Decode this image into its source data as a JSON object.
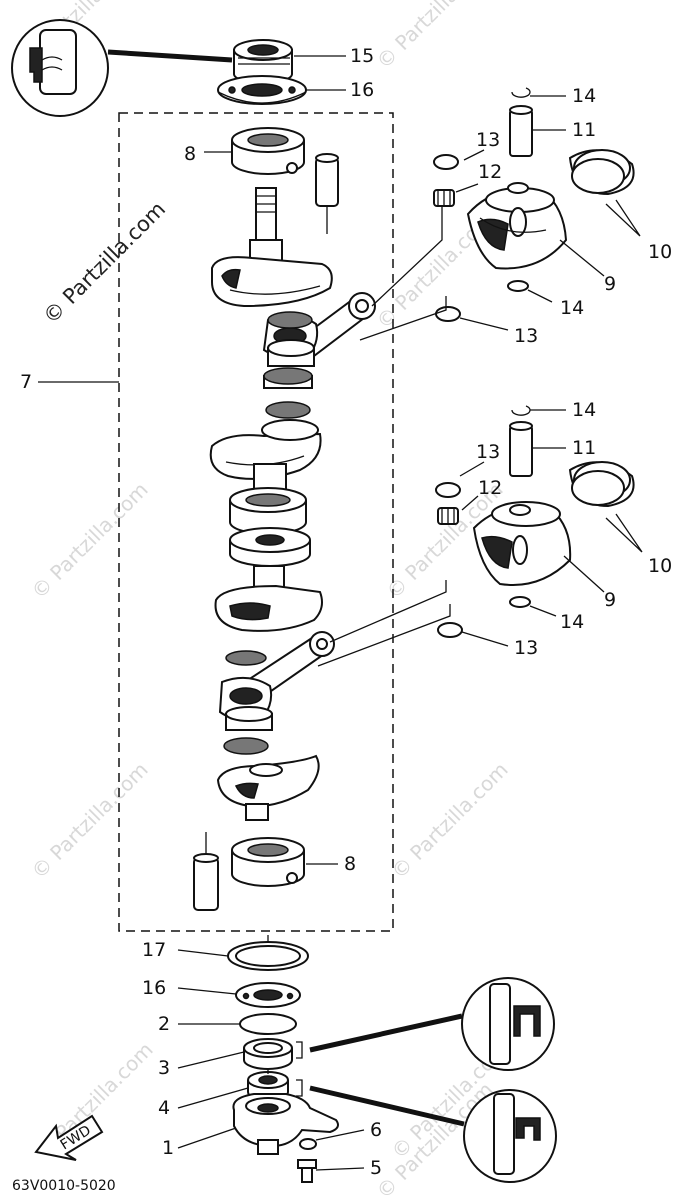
{
  "diagram": {
    "watermarks": [
      "© Partzilla.com",
      "© Partzilla.com",
      "© Partzilla.com",
      "© Partzilla.com",
      "© Partzilla.com",
      "© Partzilla.com",
      "© Partzilla.com",
      "© Partzilla.com",
      "© Partzilla.com",
      "© Partzilla.com"
    ],
    "main_watermark": "© Partzilla.com",
    "callouts": [
      "15",
      "16",
      "14",
      "11",
      "13",
      "12",
      "8",
      "10",
      "9",
      "14",
      "13",
      "7",
      "14",
      "11",
      "13",
      "12",
      "10",
      "9",
      "14",
      "13",
      "8",
      "17",
      "16",
      "2",
      "3",
      "4",
      "1",
      "6",
      "5"
    ],
    "fwd_label": "FWD",
    "reference_code": "63V0010-5020",
    "colors": {
      "ink": "#111111",
      "watermark": "#d8d8d8",
      "paper": "#ffffff"
    }
  }
}
